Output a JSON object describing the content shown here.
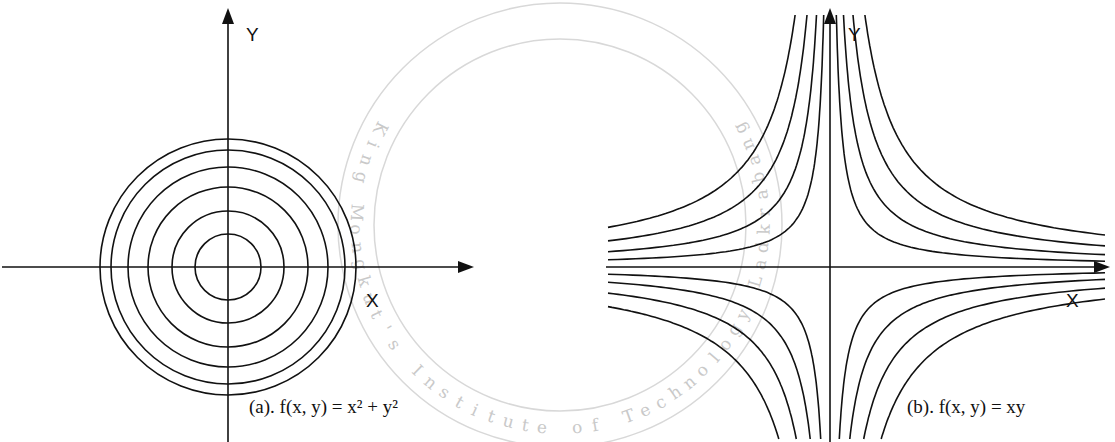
{
  "diagram": {
    "labels": [
      "Y",
      "X",
      "(a).  f(x, y) = x² + y²",
      "Y",
      "X",
      "(b).  f(x, y) = xy",
      "King Mongkut's Institute of Technology Ladkrabang"
    ]
  }
}
